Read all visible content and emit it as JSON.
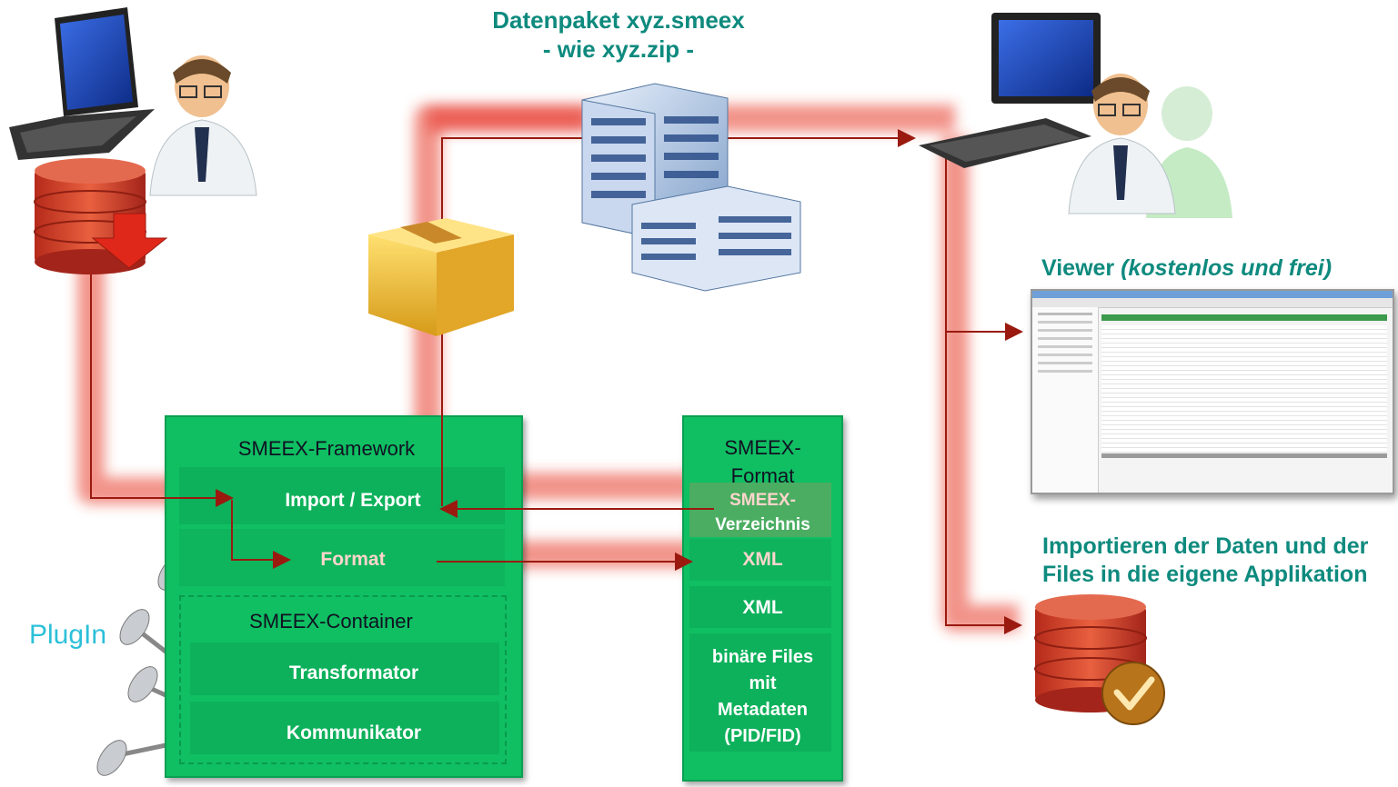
{
  "top_title_line1": "Datenpaket xyz.smeex",
  "top_title_line2": "- wie xyz.zip -",
  "viewer_title_plain": "Viewer ",
  "viewer_title_italic": "(kostenlos und frei)",
  "import_title_line1": "Importieren der Daten und der",
  "import_title_line2": "Files in die eigene Applikation",
  "plugin_label": "PlugIn",
  "framework": {
    "title": "SMEEX-Framework",
    "import_export": "Import / Export",
    "format": "Format",
    "container": "SMEEX-Container",
    "transformator": "Transformator",
    "kommunikator": "Kommunikator"
  },
  "format_box": {
    "title_line1": "SMEEX-",
    "title_line2": "Format",
    "verzeichnis_line1": "SMEEX-",
    "verzeichnis_line2": "Verzeichnis",
    "xml1": "XML",
    "xml2": "XML",
    "files_line1": "binäre Files",
    "files_line2": "mit",
    "files_line3": "Metadaten",
    "files_line4": "(PID/FID)"
  },
  "colors": {
    "teal": "#0e8a7e",
    "plugin_cyan": "#2cc0d8",
    "box_green": "#0fbf62",
    "highlight_red": "#e8392b",
    "arrow_dark_red": "#9a1a10"
  }
}
